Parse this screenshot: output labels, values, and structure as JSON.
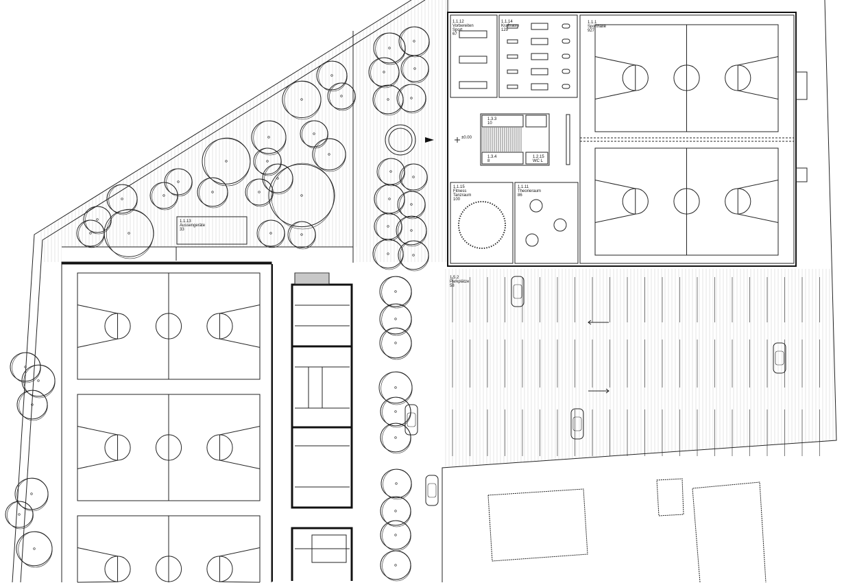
{
  "rooms": [
    {
      "id": "1.1.12",
      "name": "Vorbereiten",
      "name2": "Sport",
      "area": "67"
    },
    {
      "id": "1.1.14",
      "name": "Kraftraum",
      "area": "129"
    },
    {
      "id": "1.1.1",
      "name": "Sporthalle",
      "area": "927"
    },
    {
      "id": "1.3.3",
      "area": "10"
    },
    {
      "id": "1.3.4",
      "area": "8"
    },
    {
      "id": "1.2.15",
      "name": "WC L"
    },
    {
      "id": "1.1.15",
      "name": "Fitness",
      "name2": "Tanzraum",
      "area": "100"
    },
    {
      "id": "1.1.11",
      "name": "Theorieraum",
      "area": "86"
    },
    {
      "id": "1.1.13",
      "name": "Aussengeräte",
      "area": "33"
    },
    {
      "id": "1.5.2",
      "name": "Parkplätze",
      "area": "58"
    }
  ],
  "level_mark": "±0.00"
}
